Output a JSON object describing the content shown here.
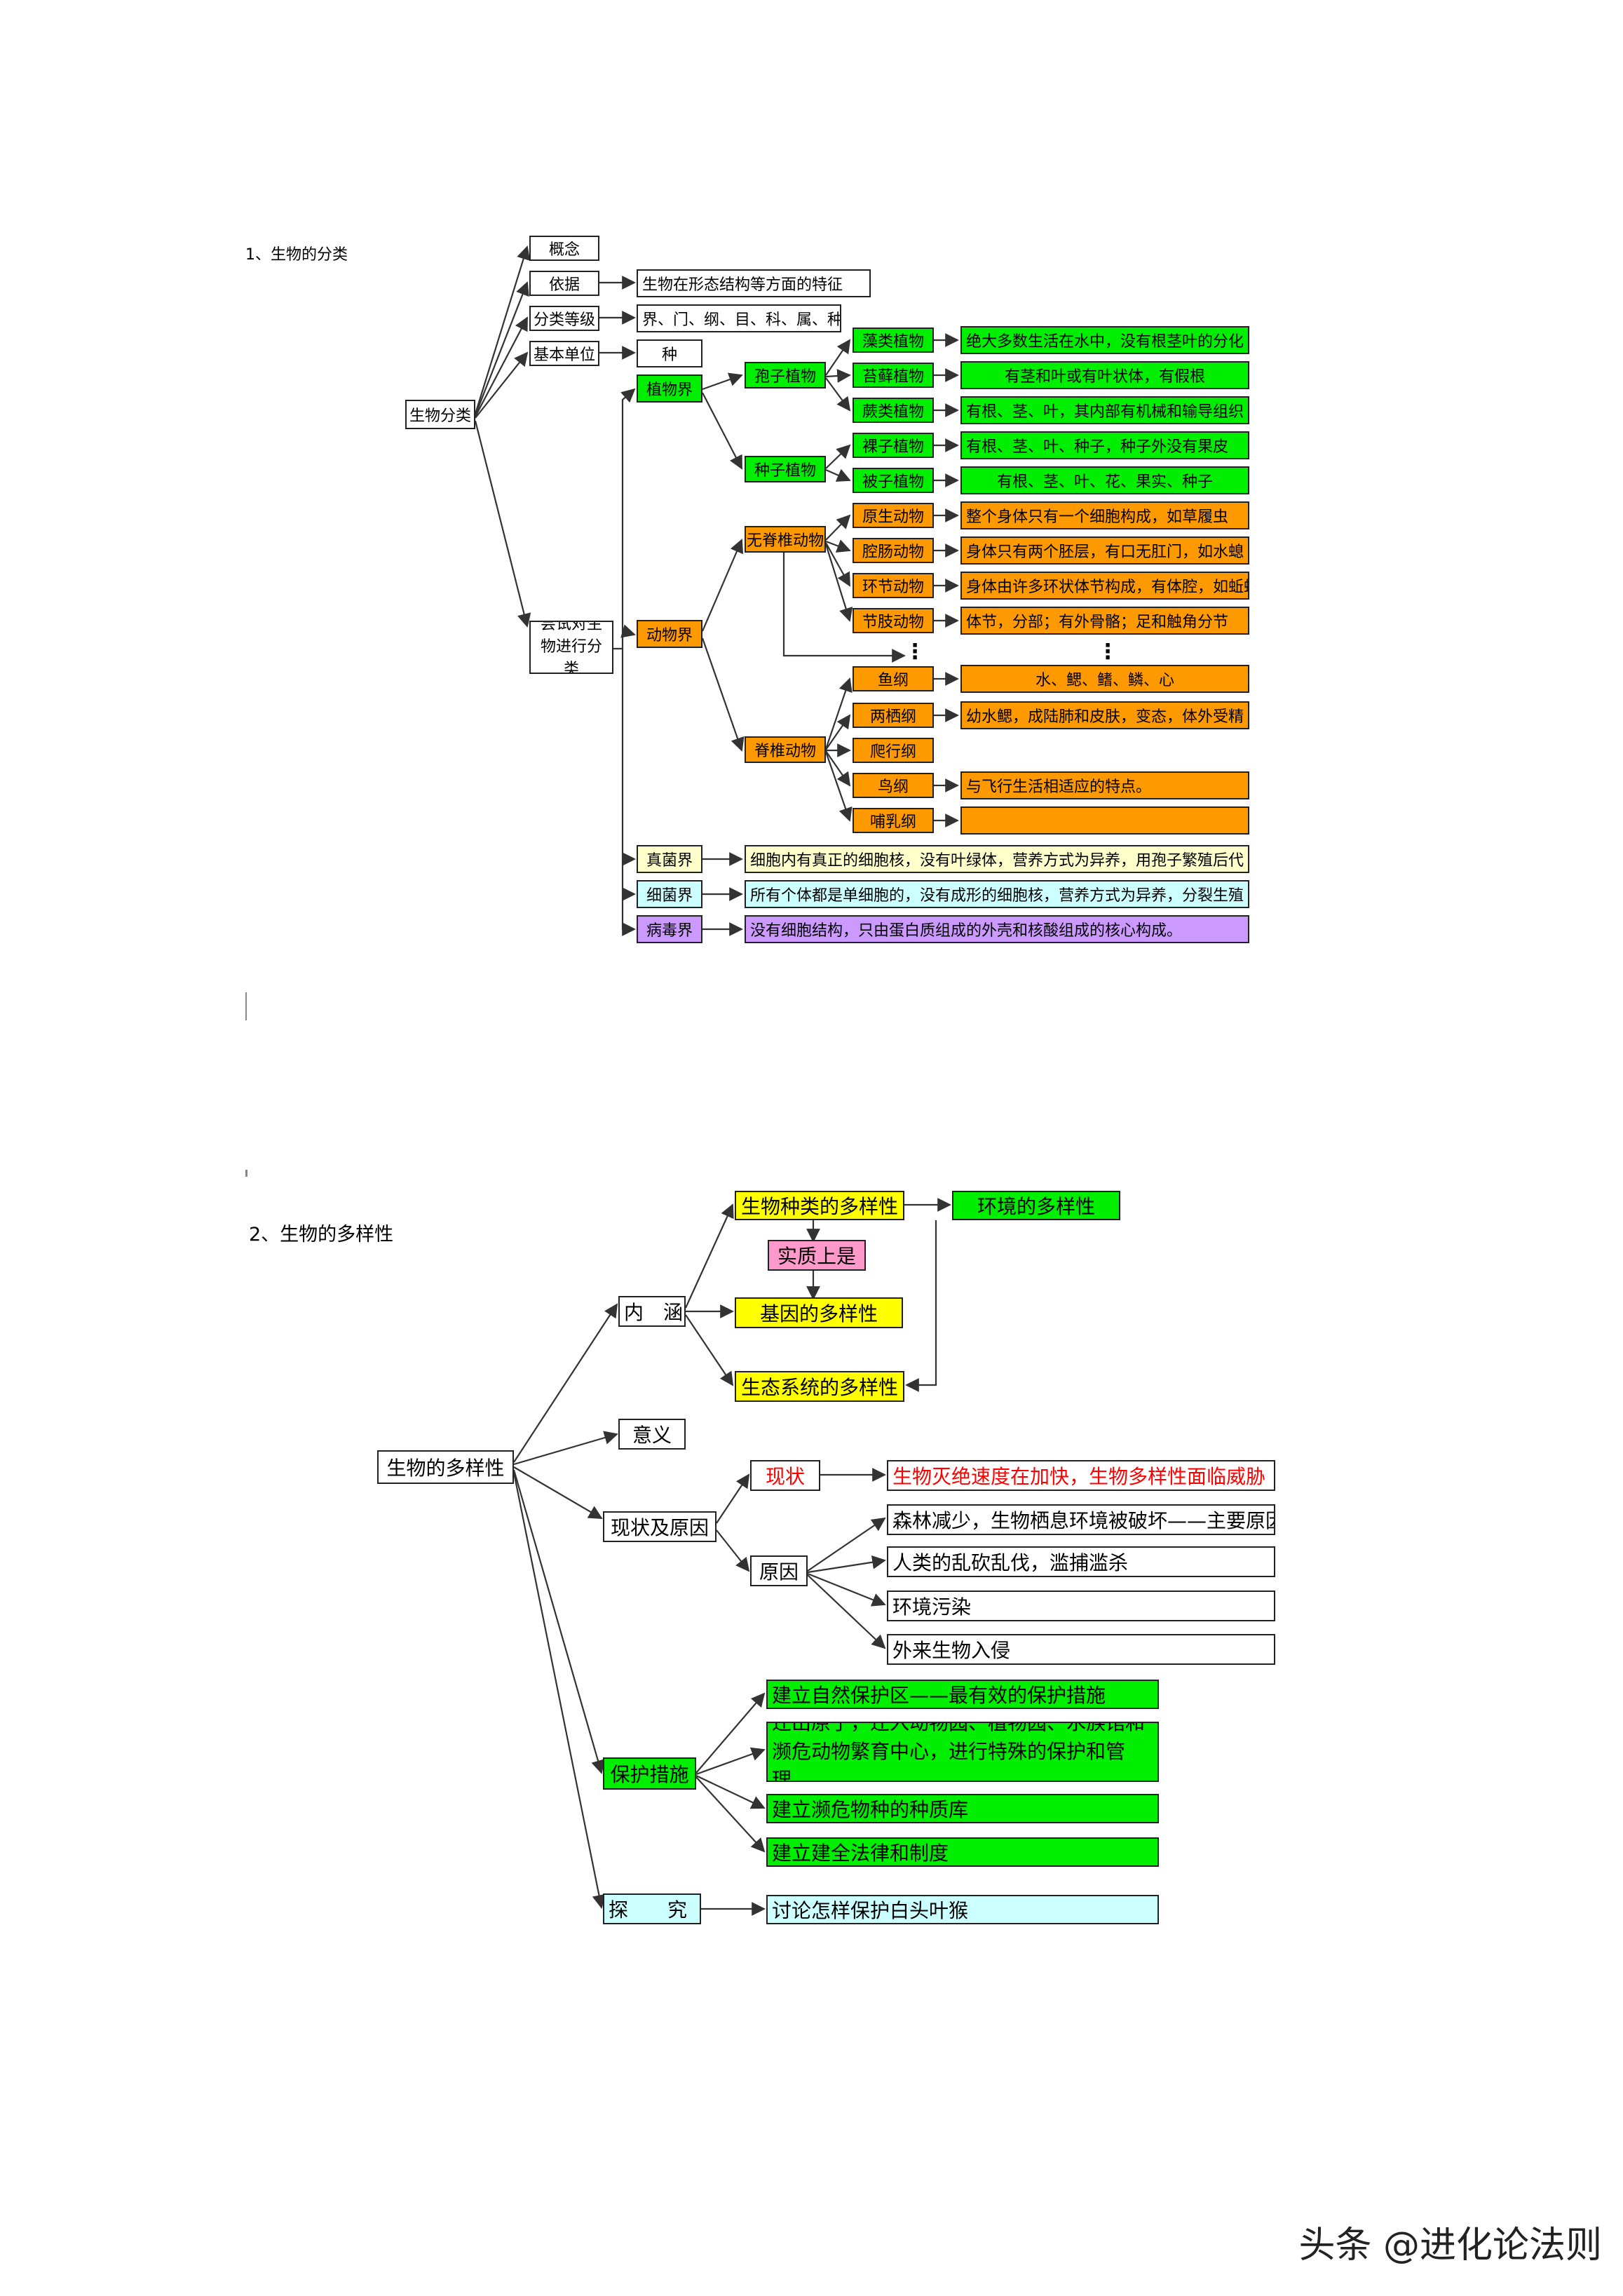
{
  "section1": {
    "title": "1、生物的分类",
    "root": "生物分类",
    "concept": "概念",
    "basis": "依据",
    "basis_desc": "生物在形态结构等方面的特征",
    "levels": "分类等级",
    "levels_desc": "界、门、纲、目、科、属、种",
    "unit": "基本单位",
    "unit_desc": "种",
    "attempt": "尝试对生物进行分类",
    "plant_kingdom": "植物界",
    "spore_plants": "孢子植物",
    "seed_plants": "种子植物",
    "algae": "藻类植物",
    "algae_desc": "绝大多数生活在水中，没有根茎叶的分化",
    "moss": "苔藓植物",
    "moss_desc": "有茎和叶或有叶状体，有假根",
    "fern": "蕨类植物",
    "fern_desc": "有根、茎、叶，其内部有机械和输导组织",
    "gymno": "裸子植物",
    "gymno_desc": "有根、茎、叶、种子，种子外没有果皮",
    "angio": "被子植物",
    "angio_desc": "有根、茎、叶、花、果实、种子",
    "animal_kingdom": "动物界",
    "invertebrates": "无脊椎动物",
    "protozoa": "原生动物",
    "protozoa_desc": "整个身体只有一个细胞构成，如草履虫",
    "coelenterates": "腔肠动物",
    "coelenterates_desc": "身体只有两个胚层，有口无肛门，如水螅",
    "annelids": "环节动物",
    "annelids_desc": "身体由许多环状体节构成，有体腔，如蚯蚓",
    "arthropods": "节肢动物",
    "arthropods_desc": "体节，分部；有外骨骼；足和触角分节",
    "ellipsis": "⋮",
    "vertebrates": "脊椎动物",
    "fish": "鱼纲",
    "fish_desc": "水、鳃、鳍、鳞、心",
    "amphibians": "两栖纲",
    "amphibians_desc": "幼水鳃，成陆肺和皮肤，变态，体外受精",
    "reptiles": "爬行纲",
    "birds": "鸟纲",
    "birds_desc": "与飞行生活相适应的特点。",
    "mammals": "哺乳纲",
    "fungi": "真菌界",
    "fungi_desc": "细胞内有真正的细胞核，没有叶绿体，营养方式为异养，用孢子繁殖后代",
    "bacteria": "细菌界",
    "bacteria_desc": "所有个体都是单细胞的，没有成形的细胞核，营养方式为异养，分裂生殖",
    "virus": "病毒界",
    "virus_desc": "没有细胞结构，只由蛋白质组成的外壳和核酸组成的核心构成。"
  },
  "section2": {
    "title": "2、生物的多样性",
    "root": "生物的多样性",
    "connotation": "内　涵",
    "species_div": "生物种类的多样性",
    "env_div": "环境的多样性",
    "essence": "实质上是",
    "gene_div": "基因的多样性",
    "eco_div": "生态系统的多样性",
    "meaning": "意义",
    "status_cause": "现状及原因",
    "status": "现状",
    "status_desc": "生物灭绝速度在加快，生物多样性面临威胁",
    "cause": "原因",
    "cause_1": "森林减少，生物栖息环境被破坏——主要原因",
    "cause_2": "人类的乱砍乱伐，滥捕滥杀",
    "cause_3": "环境污染",
    "cause_4": "外来生物入侵",
    "protection": "保护措施",
    "prot_1": "建立自然保护区——最有效的保护措施",
    "prot_2": "迁出原了，迁入动物园、植物园、水族馆和濒危动物繁育中心，进行特殊的保护和管理。",
    "prot_3": "建立濒危物种的种质库",
    "prot_4": "建立建全法律和制度",
    "explore": "探　　究",
    "explore_desc": "讨论怎样保护白头叶猴"
  },
  "watermark": "头条 @进化论法则"
}
